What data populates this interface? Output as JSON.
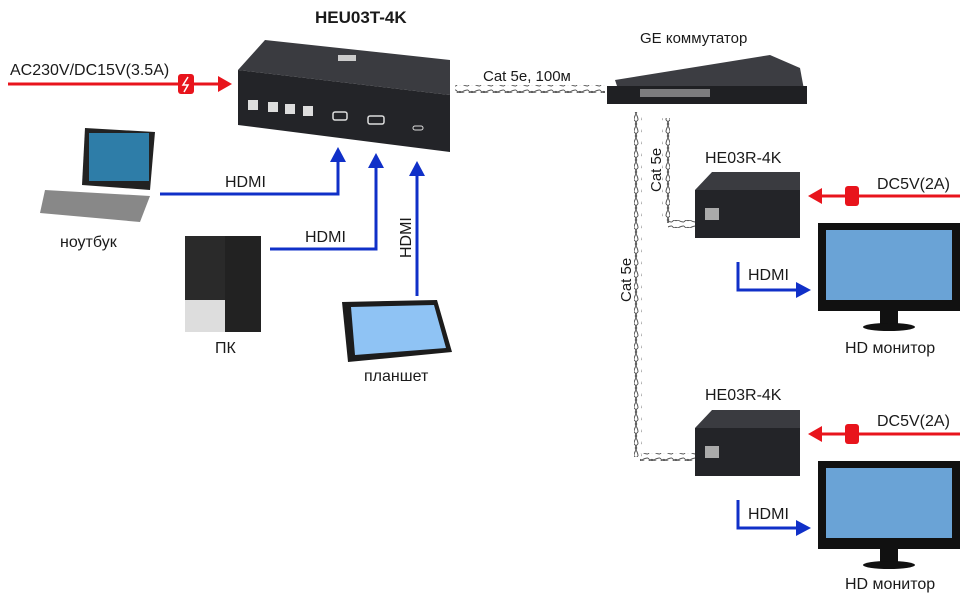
{
  "title": "HEU03T-4K",
  "power_in": "AC230V/DC15V(3.5A)",
  "switch_label": "GE коммутатор",
  "uplink_cable": "Cat 5e, 100м",
  "cable_short": "Cat 5e",
  "sources": [
    {
      "name": "ноутбук",
      "link": "HDMI"
    },
    {
      "name": "ПК",
      "link": "HDMI"
    },
    {
      "name": "планшет",
      "link": "HDMI"
    }
  ],
  "receivers": [
    {
      "model": "HE03R-4K",
      "power": "DC5V(2A)",
      "link": "HDMI",
      "display": "HD монитор"
    },
    {
      "model": "HE03R-4K",
      "power": "DC5V(2A)",
      "link": "HDMI",
      "display": "HD монитор"
    }
  ],
  "colors": {
    "power": "#e8141c",
    "hdmi": "#1030c8",
    "device": "#2a2b2f"
  }
}
